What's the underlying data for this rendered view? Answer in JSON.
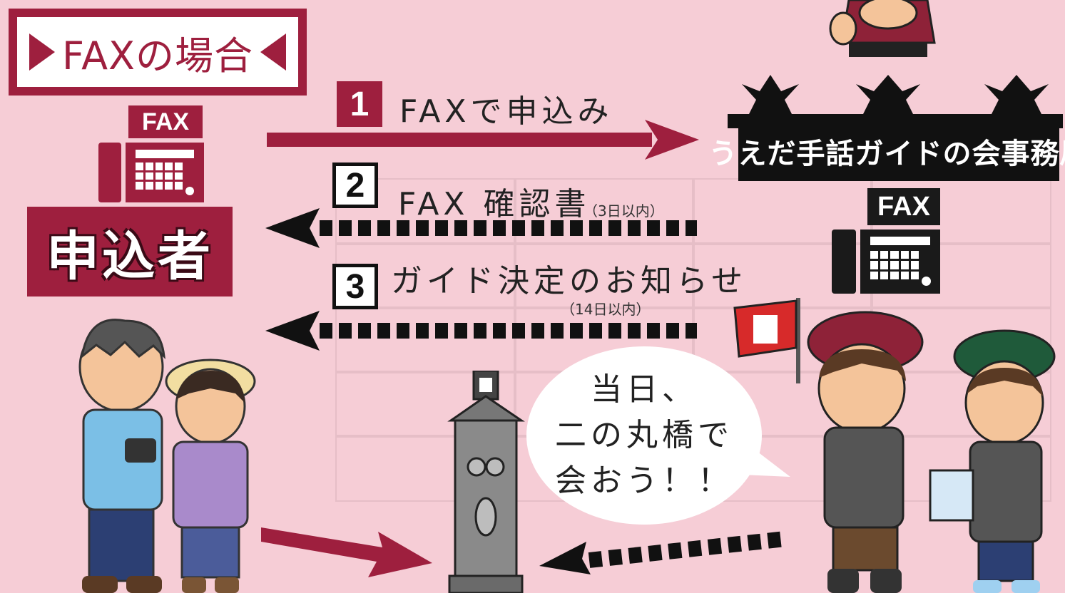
{
  "title": "FAXの場合",
  "applicant": {
    "label": "申込者",
    "fax_label": "FAX"
  },
  "office": {
    "name": "うえだ手話ガイドの会事務局",
    "fax_label": "FAX"
  },
  "steps": [
    {
      "number": "1",
      "text": "FAXで申込み",
      "note": ""
    },
    {
      "number": "2",
      "text": "FAX 確認書",
      "note": "（3日以内）"
    },
    {
      "number": "3",
      "text": "ガイド決定のお知らせ",
      "note": "（14日以内）"
    }
  ],
  "speech_bubble": {
    "lines": [
      "当日、",
      "二の丸橋で",
      "会おう！！"
    ]
  },
  "colors": {
    "background": "#f6cdd6",
    "accent": "#9e1f3e",
    "dark": "#111111",
    "white": "#ffffff"
  },
  "icons": [
    "fax-machine-icon",
    "arrow-right-icon",
    "dotted-arrow-left-icon",
    "flag-icon",
    "monument-icon"
  ]
}
